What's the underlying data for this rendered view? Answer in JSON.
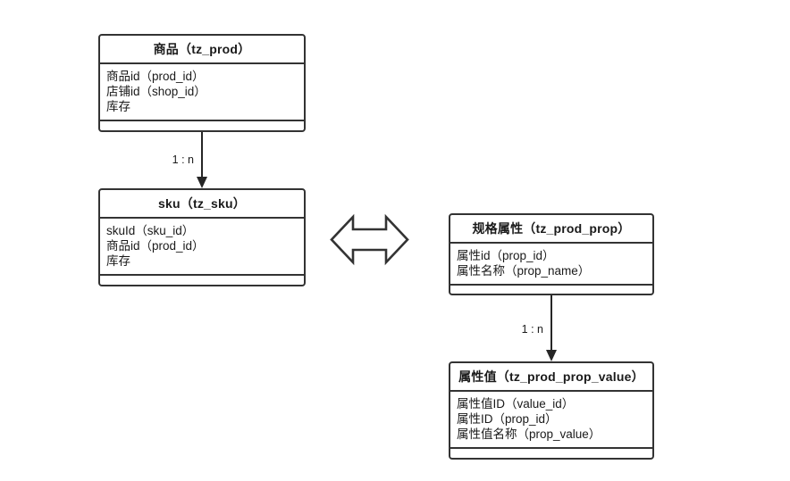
{
  "diagram": {
    "title_hidden": "",
    "background_color": "#ffffff",
    "line_color": "#333333",
    "text_color": "#1a1a1a"
  },
  "entities": [
    {
      "id": "tz_prod",
      "title": "商品（tz_prod）",
      "attributes": [
        "商品id（prod_id）",
        "店铺id（shop_id）",
        "库存"
      ],
      "footer": ""
    },
    {
      "id": "tz_sku",
      "title": "sku（tz_sku）",
      "attributes": [
        "skuId（sku_id）",
        "商品id（prod_id）",
        "库存"
      ],
      "footer": ""
    },
    {
      "id": "tz_prod_prop",
      "title": "规格属性（tz_prod_prop）",
      "attributes": [
        "属性id（prop_id）",
        "属性名称（prop_name）"
      ],
      "footer": ""
    },
    {
      "id": "tz_prod_prop_value",
      "title": "属性值（tz_prod_prop_value）",
      "attributes": [
        "属性值ID（value_id）",
        "属性ID（prop_id）",
        "属性值名称（prop_value）"
      ],
      "footer": ""
    }
  ],
  "connectors": [
    {
      "id": "prod-to-sku",
      "from": "tz_prod",
      "to": "tz_sku",
      "cardinality": "1 : n",
      "direction": "down"
    },
    {
      "id": "prop-to-prop-value",
      "from": "tz_prod_prop",
      "to": "tz_prod_prop_value",
      "cardinality": "1 : n",
      "direction": "down"
    }
  ],
  "symbols": [
    {
      "id": "bidirectional-relation",
      "icon": "double-arrow-horizontal-icon",
      "label": ""
    }
  ]
}
